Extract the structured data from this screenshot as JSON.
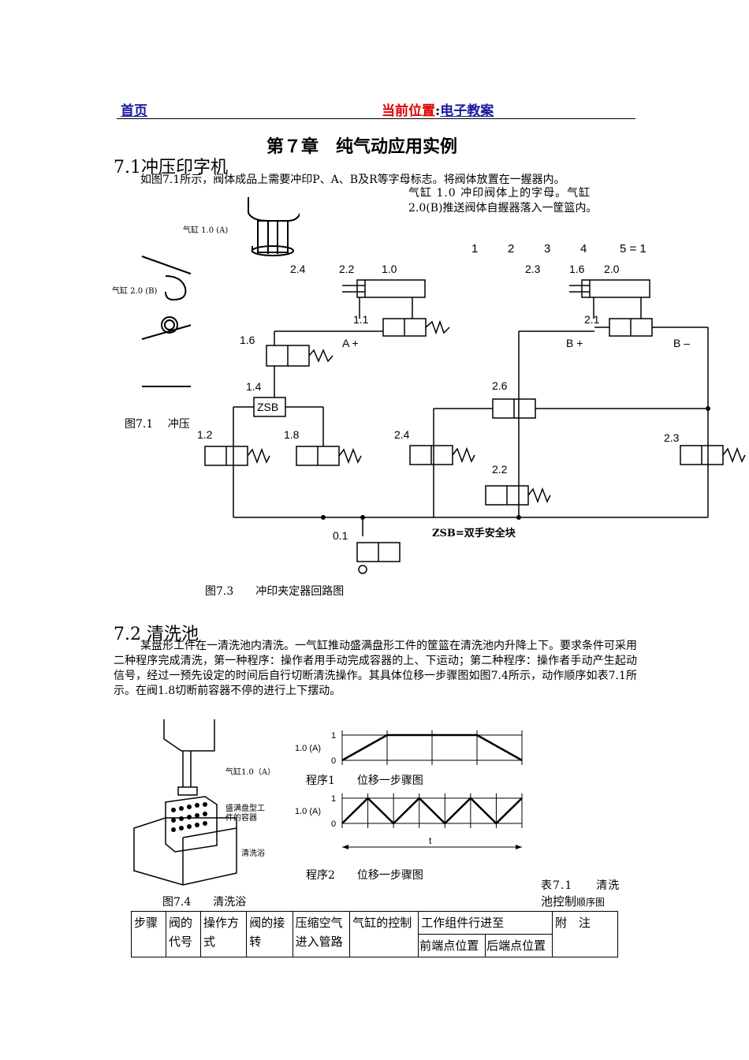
{
  "nav": {
    "home": "首页",
    "location_label": "当前位置",
    "location_sep": ":",
    "location_value": "电子教案"
  },
  "chapter_title": "第７章　纯气动应用实例",
  "section1": {
    "heading": "7.1冲压印字机",
    "para1": "如图7.1所示，阀体成品上需要冲印P、A、B及R等字母标志。将阀体放置在一握器内。",
    "para2a": "气缸 1.0 冲印阀体上的字母。气缸",
    "para2b": "2.0(B)推送阀体自握器落入一筐篮内。",
    "fig1_caption": "图7.1　 冲压",
    "fig1_label_cyl1": "气缸 1.0 (A)",
    "fig1_label_cyl2": "气缸 2.0 (B)",
    "fig3_caption": "图7.3　　冲印夹定器回路图",
    "circuit": {
      "steps": [
        "1",
        "2",
        "3",
        "4",
        "5 = 1"
      ],
      "labels": [
        "2.4",
        "2.2",
        "1.0",
        "2.3",
        "1.6",
        "2.0",
        "1.1",
        "A +",
        "2.1",
        "B +",
        "B –",
        "1.6",
        "1.4",
        "ZSB",
        "2.6",
        "1.2",
        "1.8",
        "2.4",
        "2.3",
        "2.2",
        "0.1"
      ],
      "legend": "ZSB=双手安全块"
    }
  },
  "section2": {
    "heading": "7.2 清洗池",
    "para": "某盘形工件在一清洗池内清洗。一气缸推动盛满盘形工件的筐篮在清洗池内升降上下。要求条件可采用二种程序完成清洗，第一种程序：操作者用手动完成容器的上、下运动；第二种程序：操作者手动产生起动信号，经过一预先设定的时间后自行切断清洗操作。其具体位移一步骤图如图7.4所示，动作顺序如表7.1所示。在阀1.8切断前容器不停的进行上下摆动。",
    "fig4_label_cyl": "气缸1.0（A）",
    "fig4_label_container": "盛满盘型工件的容器",
    "fig4_label_bath": "清洗浴",
    "fig4_caption": "图7.4　　清洗浴",
    "prog1_caption": "程序1　　位移一步骤图",
    "prog2_caption": "程序2　　位移一步骤图",
    "axis_label": "1.0 (A)",
    "tick_1": "1",
    "tick_0": "0",
    "t_label": "t",
    "table_caption_a": "表7.1　　清洗",
    "table_caption_b": "池控制",
    "table_caption_c": "顺序图"
  },
  "table": {
    "headers": [
      "步骤",
      "阀的代号",
      "操作方式",
      "阀的接转",
      "压缩空气进入管路",
      "气缸的控制",
      "工作组件行进至",
      "附　注"
    ],
    "sub_headers": [
      "前端点位置",
      "后端点位置"
    ]
  },
  "chart_data": [
    {
      "type": "line",
      "title": "程序1　　位移一步骤图",
      "ylabel": "1.0 (A)",
      "ylim": [
        0,
        1
      ],
      "x": [
        0,
        1,
        2,
        3,
        4
      ],
      "values": [
        0,
        1,
        1,
        1,
        0
      ]
    },
    {
      "type": "line",
      "title": "程序2　　位移一步骤图",
      "ylabel": "1.0 (A)",
      "xlabel": "t",
      "ylim": [
        0,
        1
      ],
      "x": [
        0,
        1,
        2,
        3,
        4,
        5,
        6,
        7
      ],
      "values": [
        0,
        1,
        0,
        1,
        0,
        1,
        0,
        1
      ]
    }
  ]
}
